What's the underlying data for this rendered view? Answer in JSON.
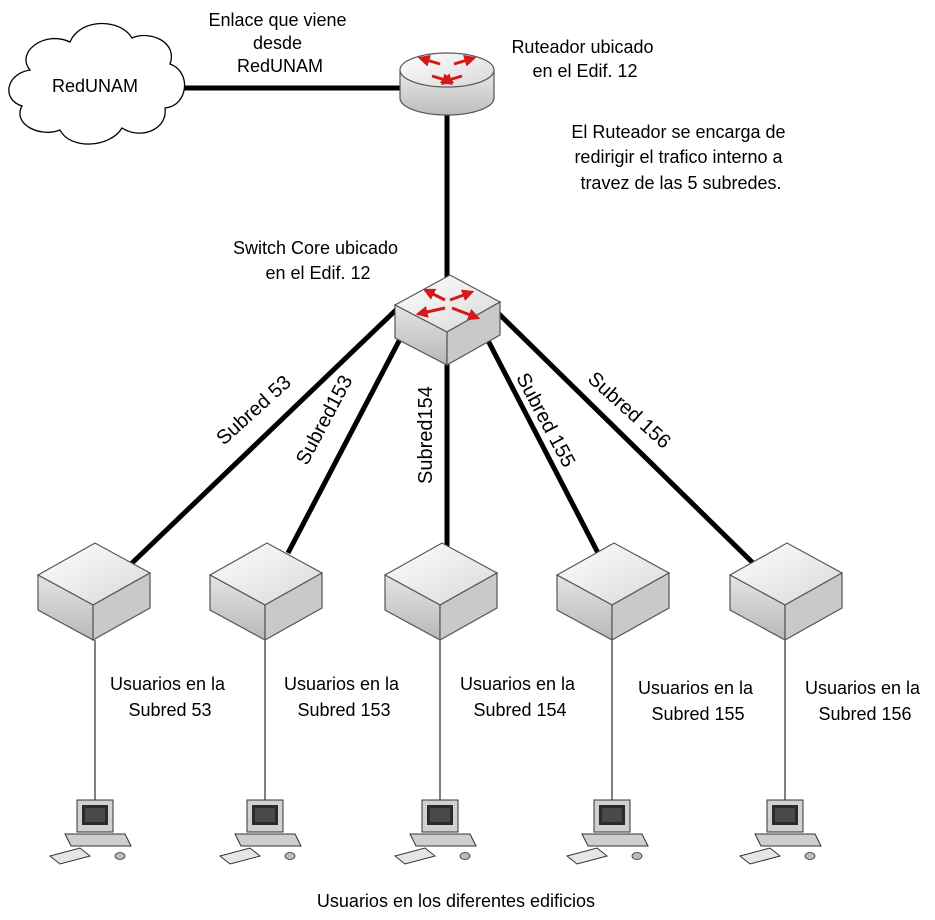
{
  "cloud": {
    "label": "RedUNAM"
  },
  "uplink": {
    "label_lines": [
      "Enlace que viene",
      "desde",
      "RedUNAM"
    ]
  },
  "router": {
    "label_lines": [
      "Ruteador ubicado",
      "en el Edif. 12"
    ],
    "note_lines": [
      "El Ruteador se encarga de",
      "redirigir el trafico interno a",
      "travez de las 5 subredes."
    ]
  },
  "core_switch": {
    "label_lines": [
      "Switch Core ubicado",
      "en el Edif. 12"
    ]
  },
  "subnets": [
    {
      "link_label": "Subred 53",
      "users_lines": [
        "Usuarios en la",
        "Subred 53"
      ]
    },
    {
      "link_label": "Subred153",
      "users_lines": [
        "Usuarios en",
        "la",
        "Subred 153"
      ]
    },
    {
      "link_label": "Subred154",
      "users_lines": [
        "Usuarios en la",
        "Subred 154"
      ]
    },
    {
      "link_label": "Subred 155",
      "users_lines": [
        "Usuarios en la",
        "Subred 155"
      ]
    },
    {
      "link_label": "Subred 156",
      "users_lines": [
        "Usuarios en la",
        "Subred 156"
      ]
    }
  ],
  "footer": {
    "label": "Usuarios en los diferentes edificios"
  },
  "icons": {
    "cloud": "cloud-icon",
    "router": "router-icon",
    "core_switch": "core-switch-icon",
    "access_switch": "switch-icon",
    "workstation": "workstation-icon"
  },
  "colors": {
    "arrow": "#d11a1a",
    "device": "#e6e6e6",
    "device_edge": "#555555"
  }
}
